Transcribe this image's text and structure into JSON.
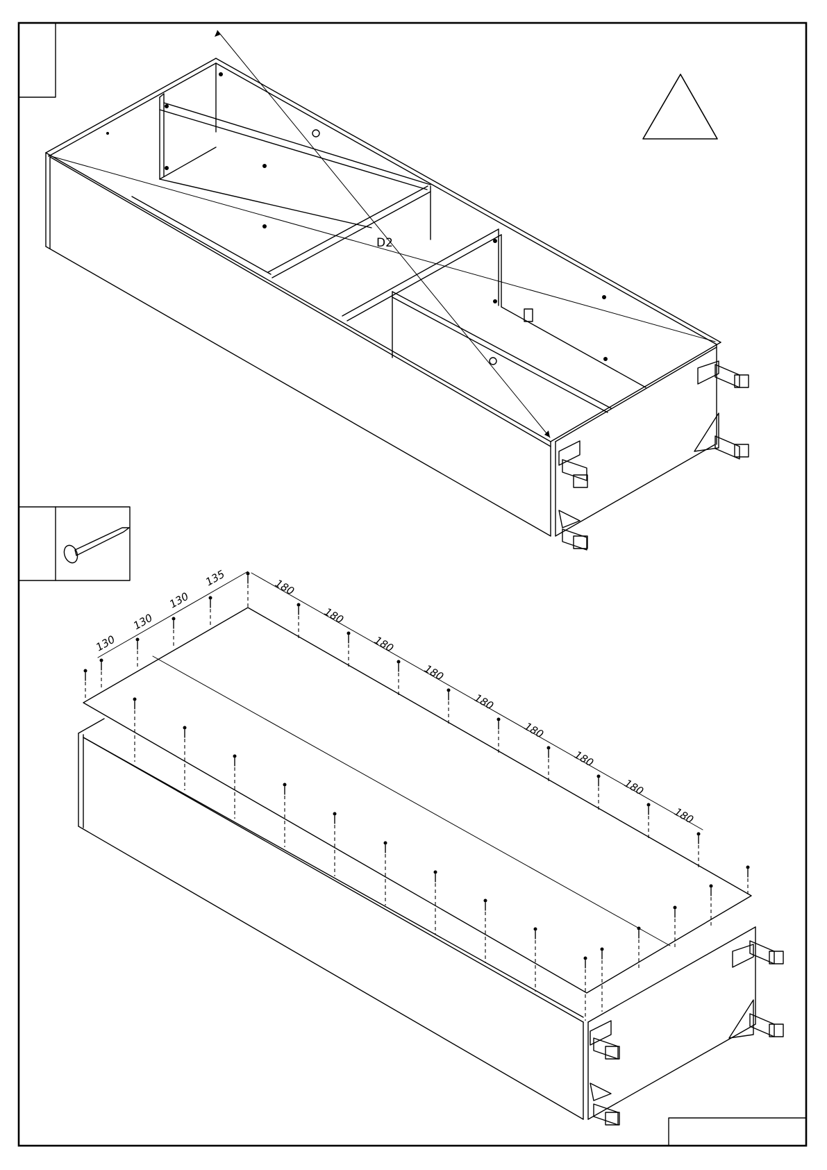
{
  "top_view": {
    "part_label": "D2"
  },
  "bottom_view": {
    "left_dimensions": [
      "130",
      "130",
      "130",
      "135"
    ],
    "top_dimensions": [
      "180",
      "180",
      "180",
      "180",
      "180",
      "180",
      "180",
      "180",
      "180"
    ]
  }
}
